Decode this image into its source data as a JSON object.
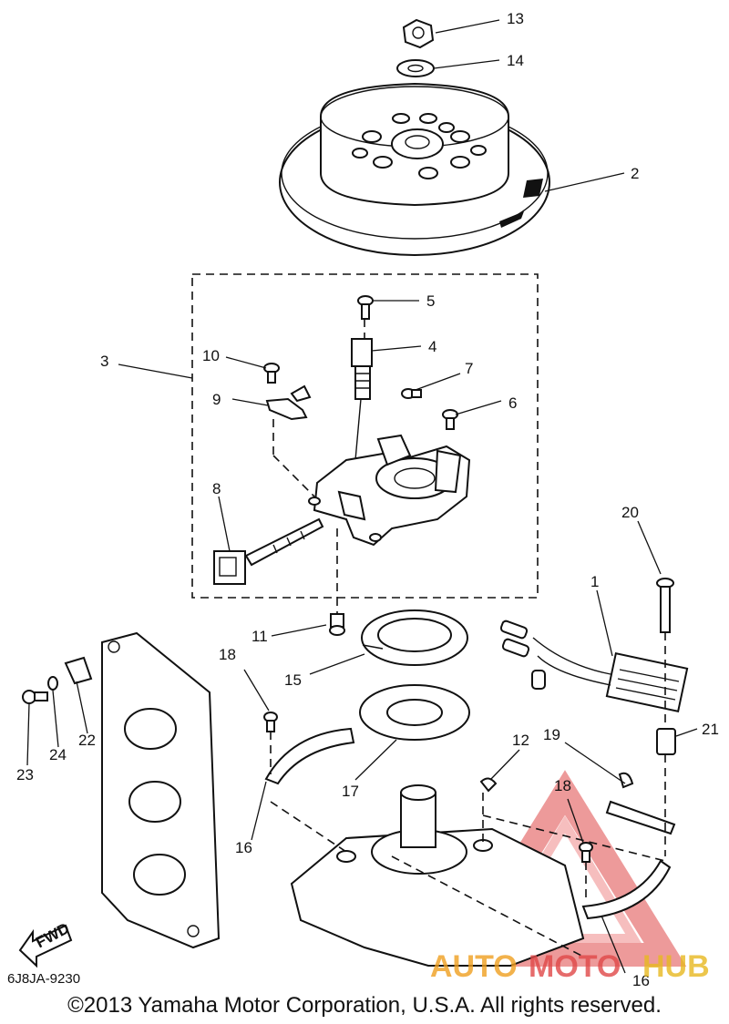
{
  "callouts": {
    "c1": "1",
    "c2": "2",
    "c3": "3",
    "c4": "4",
    "c5": "5",
    "c6": "6",
    "c7": "7",
    "c8": "8",
    "c9": "9",
    "c10": "10",
    "c11": "11",
    "c12": "12",
    "c13": "13",
    "c14": "14",
    "c15": "15",
    "c16a": "16",
    "c16b": "16",
    "c17": "17",
    "c18a": "18",
    "c18b": "18",
    "c19": "19",
    "c20": "20",
    "c21": "21",
    "c22": "22",
    "c23": "23",
    "c24": "24"
  },
  "direction_tag": "FWD",
  "diagram_code": "6J8JA-9230",
  "copyright": "©2013 Yamaha Motor Corporation, U.S.A. All rights reserved.",
  "watermark": {
    "part1": "AUTO",
    "part2": "MOTO",
    "part3": "HUB",
    "color_primary": "#f0a020",
    "color_secondary": "#e04848",
    "color_tertiary": "#e8b820"
  }
}
